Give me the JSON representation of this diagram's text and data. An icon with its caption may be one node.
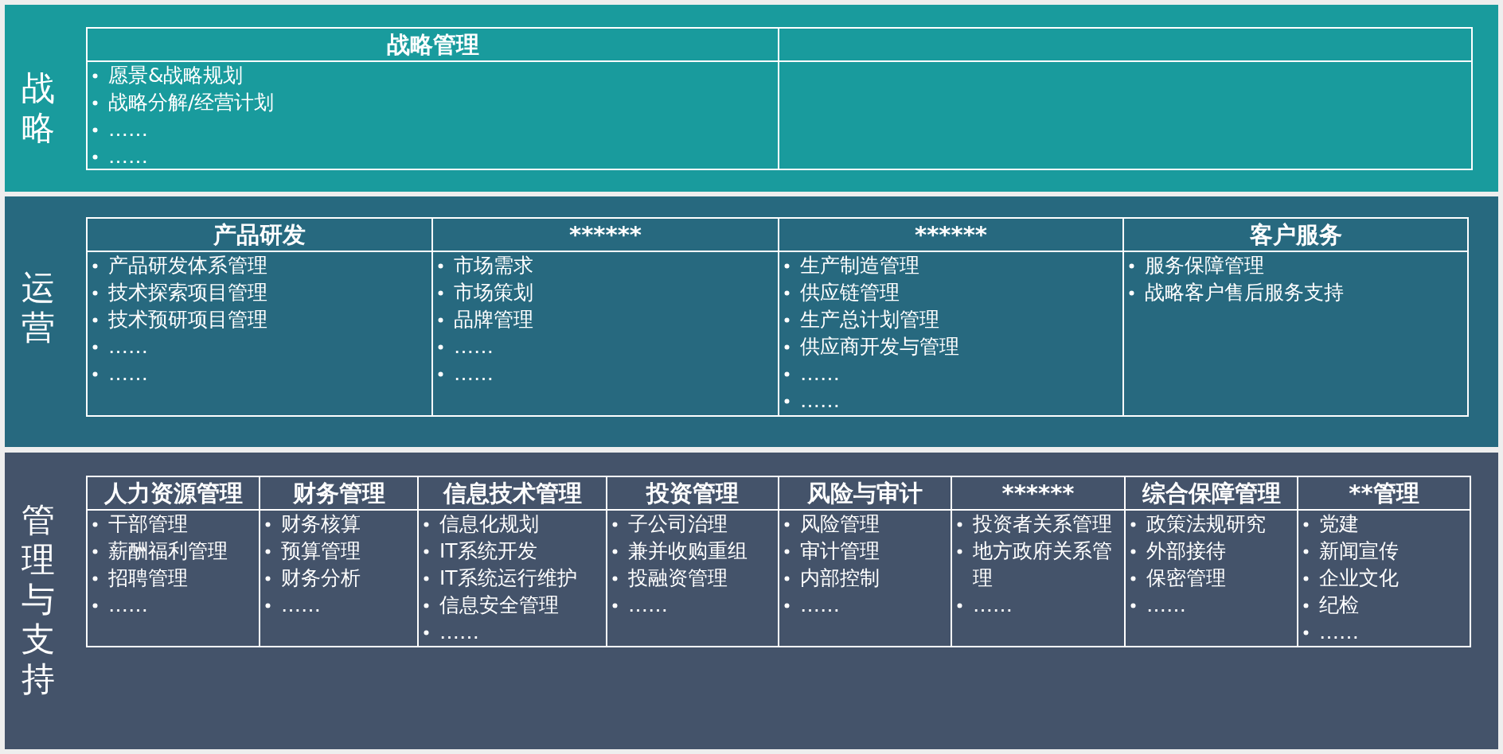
{
  "diagram": {
    "nodes": [
      {
        "text": [
          "战略"
        ]
      },
      {
        "text": [
          "战略管理",
          "愿景&战略规划",
          "战略分解/经营计划",
          "……",
          "……"
        ],
        "in": 0
      },
      {
        "text": [],
        "shape": "box",
        "in": 0
      },
      {
        "text": [
          "运营"
        ]
      },
      {
        "text": [
          "产品研发",
          "产品研发体系管理",
          "技术探索项目管理",
          "技术预研项目管理",
          "……",
          "……"
        ],
        "in": 3
      },
      {
        "text": [
          "******",
          "市场需求",
          "市场策划",
          "品牌管理",
          "……",
          "……"
        ],
        "in": 3
      },
      {
        "text": [
          "******",
          "生产制造管理",
          "供应链管理",
          "生产总计划管理",
          "供应商开发与管理",
          "……",
          "……"
        ],
        "in": 3
      },
      {
        "text": [
          "客户服务",
          "服务保障管理",
          "战略客户售后服务支持"
        ],
        "in": 3
      },
      {
        "text": [
          "管理与支持"
        ]
      },
      {
        "text": [
          "人力资源管理",
          "干部管理",
          "薪酬福利管理",
          "招聘管理",
          "……"
        ],
        "in": 8
      },
      {
        "text": [
          "财务管理",
          "财务核算",
          "预算管理",
          "财务分析",
          "……"
        ],
        "in": 8
      },
      {
        "text": [
          "信息技术管理",
          "信息化规划",
          "IT系统开发",
          "IT系统运行维护",
          "信息安全管理",
          "……"
        ],
        "in": 8
      },
      {
        "text": [
          "投资管理",
          "子公司治理",
          "兼并收购重组",
          "投融资管理",
          "……"
        ],
        "in": 8
      },
      {
        "text": [
          "风险与审计",
          "风险管理",
          "审计管理",
          "内部控制",
          "……"
        ],
        "in": 8
      },
      {
        "text": [
          "******",
          "投资者关系管理",
          "地方政府关系管理",
          "……"
        ],
        "in": 8
      },
      {
        "text": [
          "综合保障管理",
          "政策法规研究",
          "外部接待",
          "保密管理",
          "……"
        ],
        "in": 8
      },
      {
        "text": [
          "**管理",
          "党建",
          "新闻宣传",
          "企业文化",
          "纪检",
          "……"
        ],
        "in": 8
      }
    ]
  }
}
